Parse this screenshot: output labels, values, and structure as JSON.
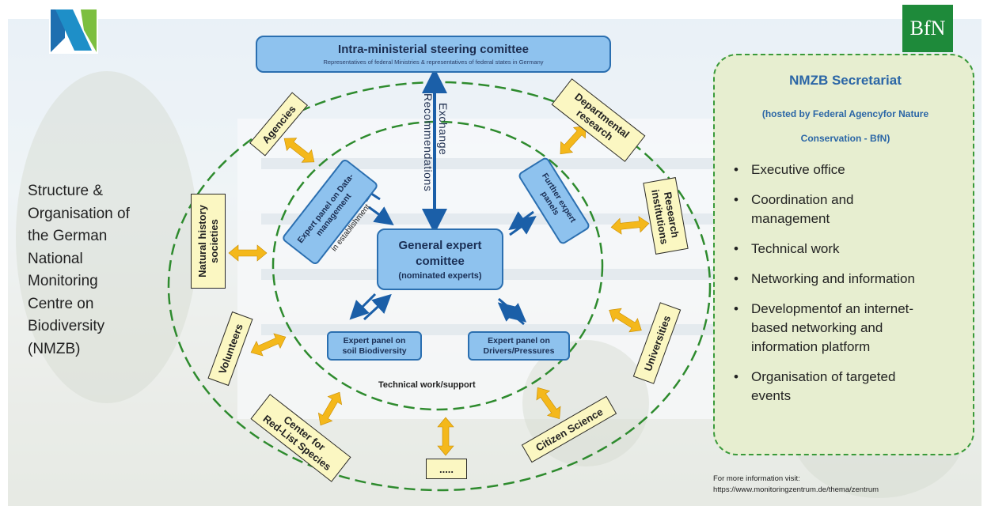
{
  "left_title": "Structure &\nOrganisation of\nthe German\nNational\nMonitoring\nCentre on\nBiodiversity\n(NMZB)",
  "logo_right": "BfN",
  "steering": {
    "title": "Intra-ministerial steering comittee",
    "subtitle": "Representatives of federal Ministries & representatives of federal states in Germany"
  },
  "arrow_labels": {
    "exchange": "Exchange",
    "recommendations": "Recommendations"
  },
  "general": {
    "title": "General expert\ncomittee",
    "subtitle": "(nominated experts)"
  },
  "panels": {
    "data": "Expert panel on Data-\nmanagement",
    "data_note": "in establishment",
    "further": "Further expert\npanels",
    "soil": "Expert panel on\nsoil Biodiversity",
    "drivers": "Expert panel on\nDrivers/Pressures"
  },
  "technical": "Technical work/support",
  "stakeholders": {
    "agencies": "Agencies",
    "departmental": "Departmental\nresearch",
    "natural_history": "Natural history\nsocieties",
    "research": "Research\ninstitutions",
    "volunteers": "Volunteers",
    "universities": "Universities",
    "redlist": "Center for\nRed-List Species",
    "citizen": "Citizen Science",
    "more": "....."
  },
  "secretariat": {
    "title": "NMZB Secretariat",
    "subtitle_1": "(hosted by Federal Agencyfor Nature",
    "subtitle_2": "Conservation - BfN)",
    "items": [
      "Executive office",
      "Coordination and\nmanagement",
      "Technical work",
      "Networking and information",
      "Developmentof an internet-\nbased networking and\ninformation platform",
      "Organisation of targeted\nevents"
    ]
  },
  "footer": {
    "line1": "For more information visit:",
    "line2": "https://www.monitoringzentrum.de/thema/zentrum"
  },
  "colors": {
    "panel_blue": "#8ec2ee",
    "panel_border": "#2b6fb0",
    "stakeholder_yellow": "#fbf7c2",
    "exchange_arrow": "#f4b81b",
    "link_arrow": "#1b5fa8",
    "ring_green": "#2e8b2e",
    "secretariat_bg": "#e7eed0",
    "secretariat_title": "#2b66a6"
  }
}
